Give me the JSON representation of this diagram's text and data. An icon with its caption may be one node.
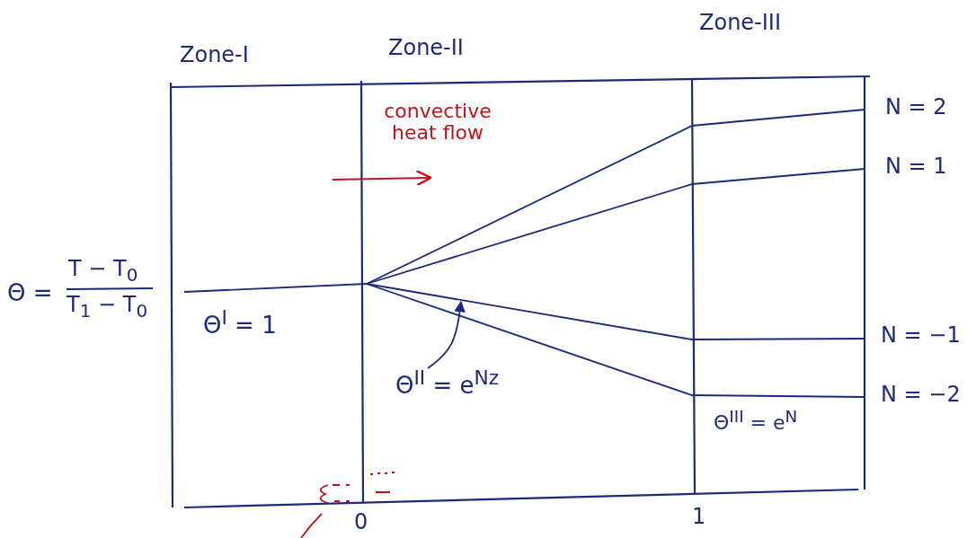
{
  "diagram": {
    "nodes": [
      {
        "text": [
          "Θ$^{II}$ = e$^{Nz}$"
        ]
      },
      {
        "text": [],
        "shape": "line"
      }
    ],
    "edges": [
      {
        "from": 0,
        "to": 1,
        "arrow": "to"
      }
    ],
    "labels": [
      "Zone-I",
      "Zone-II",
      "Zone-III",
      "convective heat flow",
      "N = 2",
      "N = 1",
      "Θ =",
      "T − T$_{0}$",
      "T$_{1}$ − T$_{0}$",
      "Θ$^{I}$ = 1",
      "N = −1",
      "N = −2",
      "Θ$^{III}$ = e$^{N}$",
      "0",
      "1"
    ]
  }
}
